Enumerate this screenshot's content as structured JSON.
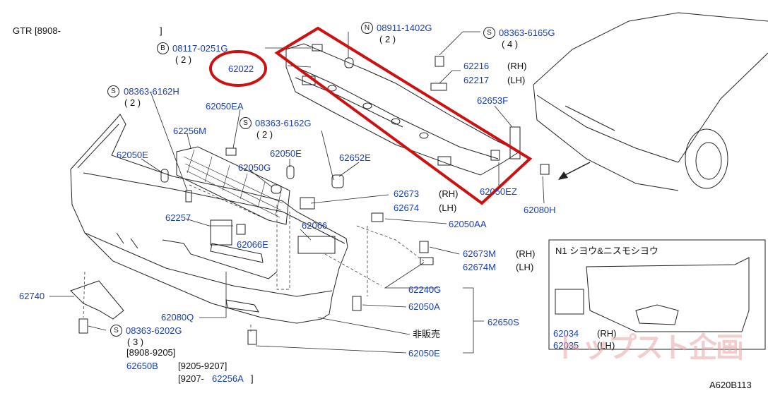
{
  "header": {
    "model_range": "GTR  [8908-",
    "range_close": "]"
  },
  "footer_code": "A620B113",
  "watermark": "トップスト企画",
  "inset": {
    "title": "N1 シヨウ&ニスモシヨウ"
  },
  "colors": {
    "part_number": "#1a3fb0",
    "highlight": "#cc1111",
    "line": "#222222"
  },
  "callouts": {
    "b_0811": {
      "badge": "B",
      "part": "08117-0251G",
      "qty": "( 2 )"
    },
    "n_0891": {
      "badge": "N",
      "part": "08911-1402G",
      "qty": "( 2 )"
    },
    "s_6165": {
      "badge": "S",
      "part": "08363-6165G",
      "qty": "( 4 )"
    },
    "s_6162h": {
      "badge": "S",
      "part": "08363-6162H",
      "qty": "( 2 )"
    },
    "s_6162g": {
      "badge": "S",
      "part": "08363-6162G",
      "qty": "( 2 )"
    },
    "s_6202": {
      "badge": "S",
      "part": "08363-6202G",
      "qty": "( 3 )"
    }
  },
  "parts": {
    "p62022": "62022",
    "p62216": "62216",
    "p62216_side": "(RH)",
    "p62217": "62217",
    "p62217_side": "(LH)",
    "p62653f": "62653F",
    "p62050ea": "62050EA",
    "p62256m": "62256M",
    "p62050e_a": "62050E",
    "p62050e_b": "62050E",
    "p62050g": "62050G",
    "p62652e": "62652E",
    "p62673": "62673",
    "p62673_side": "(RH)",
    "p62674": "62674",
    "p62674_side": "(LH)",
    "p62050ez": "62050EZ",
    "p62080h": "62080H",
    "p62257": "62257",
    "p62066e": "62066E",
    "p62066": "62066",
    "p62050aa": "62050AA",
    "p62673m": "62673M",
    "p62673m_side": "(RH)",
    "p62674m": "62674M",
    "p62674m_side": "(LH)",
    "p62740": "62740",
    "p62240g": "62240G",
    "p62050a": "62050A",
    "p62650s": "62650S",
    "not_for_sale": "非販売",
    "p62050e_c": "62050E",
    "p62080q": "62080Q",
    "range_8908_9205": "[8908-9205]",
    "p62650b": "62650B",
    "range_9205_9207": "[9205-9207]",
    "range_9207_open": "[9207-",
    "p62256a": "62256A",
    "range_9207_close": "]",
    "p62034": "62034",
    "p62034_side": "(RH)",
    "p62035": "62035",
    "p62035_side": "(LH)"
  }
}
